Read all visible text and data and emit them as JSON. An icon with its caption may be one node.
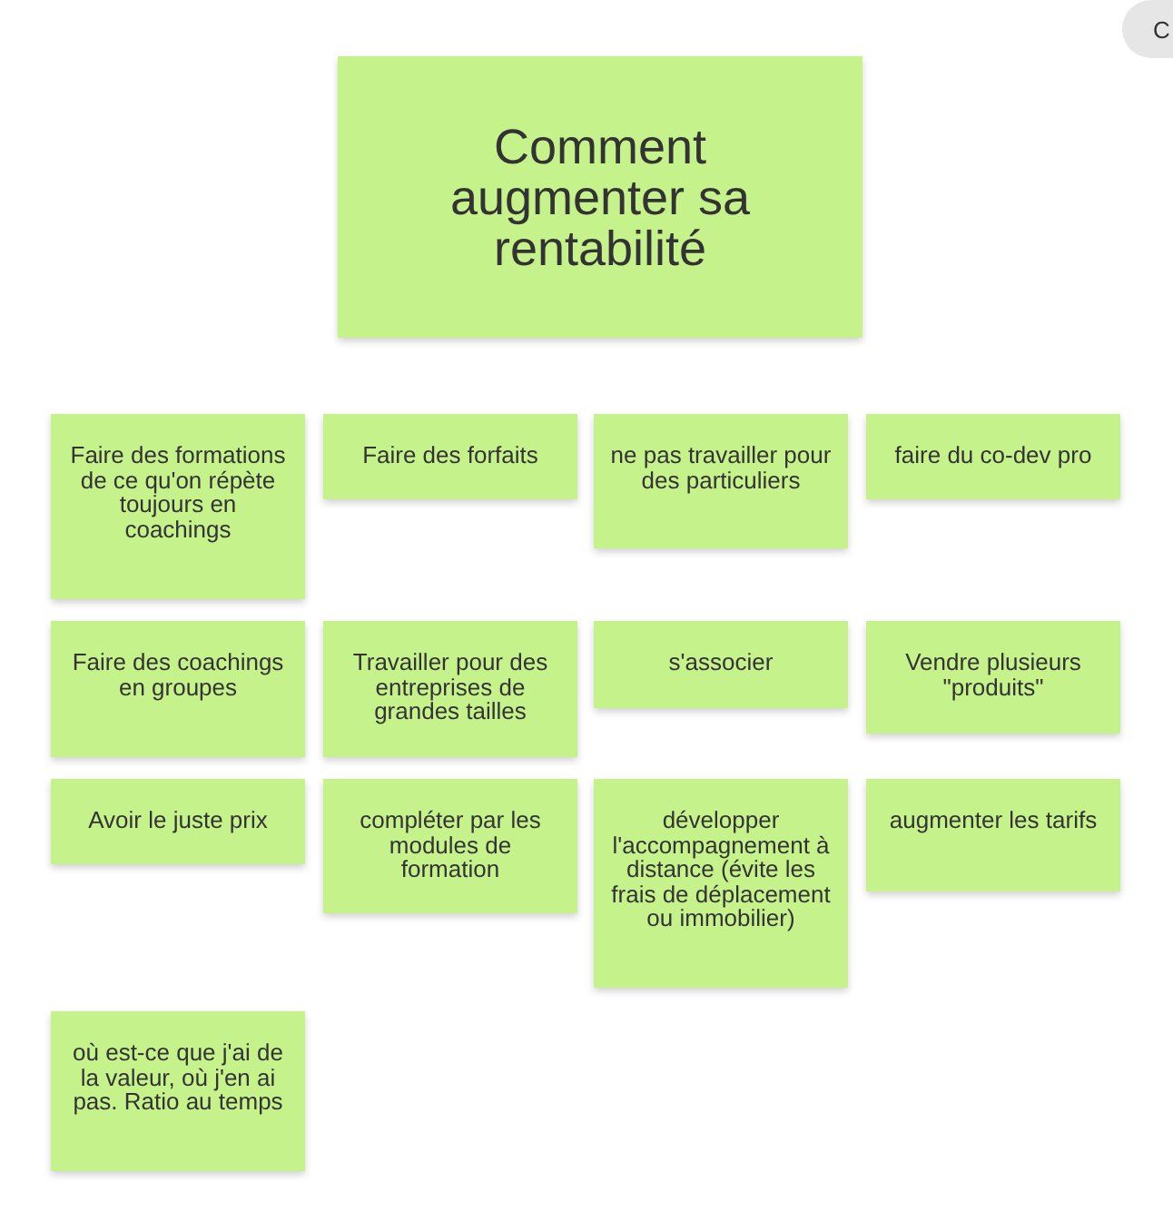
{
  "diagram": {
    "nodes": [
      {
        "text": [
          "Comment augmenter sa rentabilité"
        ]
      },
      {
        "text": [
          "Faire des formations de ce qu'on répète toujours en coachings"
        ]
      },
      {
        "text": [
          "Faire des forfaits"
        ]
      },
      {
        "text": [
          "ne pas travailler pour des particuliers"
        ]
      },
      {
        "text": [
          "faire du co-dev pro"
        ]
      },
      {
        "text": [
          "Faire des coachings en groupes"
        ]
      },
      {
        "text": [
          "Travailler pour des entreprises de grandes tailles"
        ]
      },
      {
        "text": [
          "s'associer"
        ]
      },
      {
        "text": [
          "Vendre plusieurs \"produits\""
        ]
      },
      {
        "text": [
          "Avoir le juste prix"
        ]
      },
      {
        "text": [
          "compléter par les modules de formation"
        ]
      },
      {
        "text": [
          "développer l'accompagnement à distance (évite les frais de déplacement ou immobilier)"
        ]
      },
      {
        "text": [
          "augmenter les tarifs"
        ]
      },
      {
        "text": [
          "où est-ce que j'ai de la valeur, où j'en ai pas. Ratio au temps"
        ]
      }
    ],
    "labels": [
      "C"
    ]
  }
}
